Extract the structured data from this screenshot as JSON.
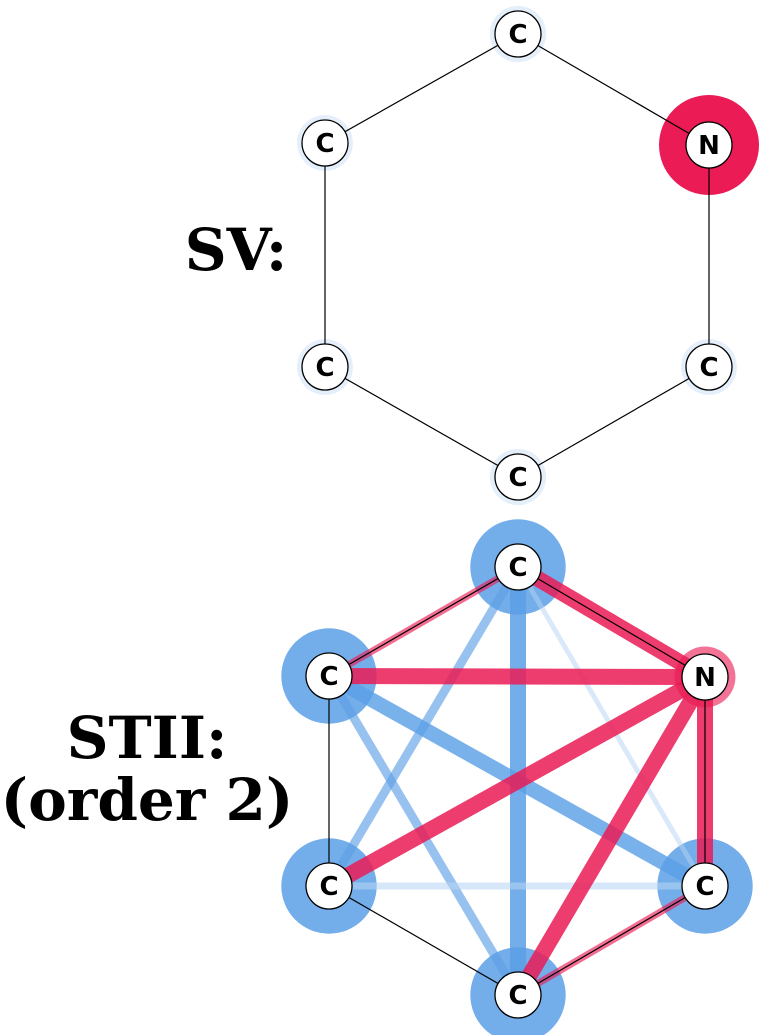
{
  "colors": {
    "positive": "#ea1b55",
    "negative": "#5a9fe6",
    "negative_light": "#b6d4f3",
    "edge": "#000000",
    "node_fill": "#ffffff"
  },
  "panels": [
    {
      "id": "sv",
      "label_lines": [
        "SV:"
      ],
      "atoms": [
        {
          "id": "top",
          "symbol": "C",
          "attribution": -0.05
        },
        {
          "id": "upper_right",
          "symbol": "N",
          "attribution": 1.0
        },
        {
          "id": "lower_right",
          "symbol": "C",
          "attribution": -0.04
        },
        {
          "id": "bottom",
          "symbol": "C",
          "attribution": -0.05
        },
        {
          "id": "lower_left",
          "symbol": "C",
          "attribution": -0.04
        },
        {
          "id": "upper_left",
          "symbol": "C",
          "attribution": -0.04
        }
      ],
      "bonds": [
        [
          "top",
          "upper_right"
        ],
        [
          "upper_right",
          "lower_right"
        ],
        [
          "lower_right",
          "bottom"
        ],
        [
          "bottom",
          "lower_left"
        ],
        [
          "lower_left",
          "upper_left"
        ],
        [
          "upper_left",
          "top"
        ]
      ],
      "interactions": []
    },
    {
      "id": "stii",
      "label_lines": [
        "STII:",
        "(order 2)"
      ],
      "atoms": [
        {
          "id": "top",
          "symbol": "C",
          "attribution": -0.9
        },
        {
          "id": "upper_right",
          "symbol": "N",
          "attribution": 0.15
        },
        {
          "id": "lower_right",
          "symbol": "C",
          "attribution": -0.9
        },
        {
          "id": "bottom",
          "symbol": "C",
          "attribution": -0.9
        },
        {
          "id": "lower_left",
          "symbol": "C",
          "attribution": -0.9
        },
        {
          "id": "upper_left",
          "symbol": "C",
          "attribution": -0.9
        }
      ],
      "bonds": [
        [
          "top",
          "upper_right"
        ],
        [
          "upper_right",
          "lower_right"
        ],
        [
          "lower_right",
          "bottom"
        ],
        [
          "bottom",
          "lower_left"
        ],
        [
          "lower_left",
          "upper_left"
        ],
        [
          "upper_left",
          "top"
        ]
      ],
      "interactions": [
        {
          "a": "top",
          "b": "bottom",
          "value": -1.0
        },
        {
          "a": "upper_left",
          "b": "lower_right",
          "value": -0.9
        },
        {
          "a": "top",
          "b": "lower_left",
          "value": -0.45
        },
        {
          "a": "upper_left",
          "b": "bottom",
          "value": -0.45
        },
        {
          "a": "lower_left",
          "b": "lower_right",
          "value": -0.3
        },
        {
          "a": "top",
          "b": "lower_right",
          "value": -0.15
        },
        {
          "a": "upper_right",
          "b": "upper_left",
          "value": 1.0
        },
        {
          "a": "upper_right",
          "b": "lower_left",
          "value": 1.0
        },
        {
          "a": "upper_right",
          "b": "bottom",
          "value": 1.0
        },
        {
          "a": "upper_right",
          "b": "top",
          "value": 1.0
        },
        {
          "a": "upper_right",
          "b": "lower_right",
          "value": 1.0
        },
        {
          "a": "upper_left",
          "b": "top",
          "value": 0.3
        },
        {
          "a": "bottom",
          "b": "lower_right",
          "value": 0.3
        }
      ]
    }
  ]
}
